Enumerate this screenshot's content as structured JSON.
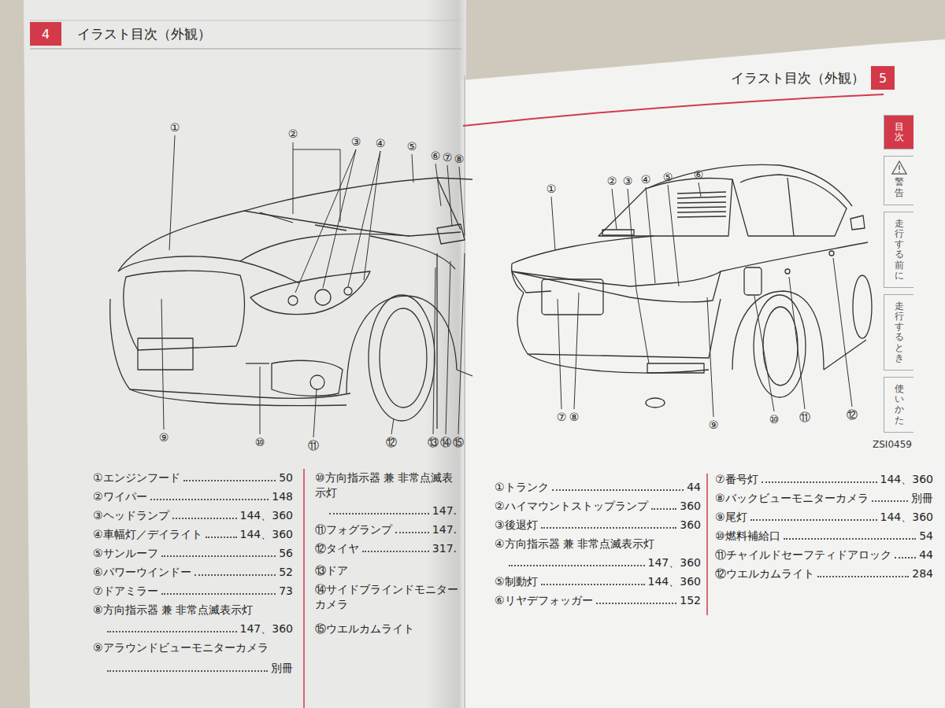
{
  "diagram": {
    "title": "イラスト目次（外観）",
    "nodes": [
      {
        "text": [
          "4"
        ]
      },
      {
        "text": [
          "5"
        ]
      },
      {
        "text": [
          "目次"
        ]
      },
      {
        "text": [
          "警告"
        ]
      },
      {
        "text": [
          "走行する前に"
        ]
      },
      {
        "text": [
          "走行するとき"
        ]
      },
      {
        "text": [
          "使いかた"
        ]
      }
    ],
    "labels": [
      "イラスト目次（外観）",
      "①",
      "②",
      "③",
      "④",
      "⑤",
      "⑥",
      "⑦",
      "⑧",
      "⑨",
      "⑩",
      "⑪",
      "⑫",
      "⑬",
      "⑭",
      "⑮",
      "①エンジンフード",
      "50",
      "②ワイパー",
      "148",
      "③ヘッドランプ",
      "144、360",
      "④車幅灯／デイライト",
      "144、360",
      "⑤サンルーフ",
      "56",
      "⑥パワーウインドー",
      "52",
      "⑦ドアミラー",
      "73",
      "⑧方向指示器 兼 非常点滅表示灯",
      "147、360",
      "⑨アラウンドビューモニターカメラ",
      "別冊",
      "⑩方向指示器 兼 非常点滅表示灯",
      "147.",
      "⑪フォグランプ",
      "147.",
      "⑫タイヤ",
      "317.",
      "⑬ドア",
      "⑭サイドブラインドモニターカメラ",
      "⑮ウエルカムライト",
      "①",
      "②",
      "③",
      "④",
      "⑤",
      "⑥",
      "⑦",
      "⑧",
      "⑨",
      "⑩",
      "⑪",
      "⑫",
      "ZSI0459",
      "①トランク",
      "44",
      "②ハイマウントストップランプ",
      "360",
      "③後退灯",
      "360",
      "④方向指示器 兼 非常点滅表示灯",
      "147、360",
      "⑤制動灯",
      "144、360",
      "⑥リヤデフォッガー",
      "152",
      "⑦番号灯",
      "144、360",
      "⑧バックビューモニターカメラ",
      "別冊",
      "⑨尾灯",
      "144、360",
      "⑩燃料補給口",
      "54",
      "⑪チャイルドセーフティドアロック",
      "44",
      "⑫ウエルカムライト",
      "284"
    ]
  }
}
